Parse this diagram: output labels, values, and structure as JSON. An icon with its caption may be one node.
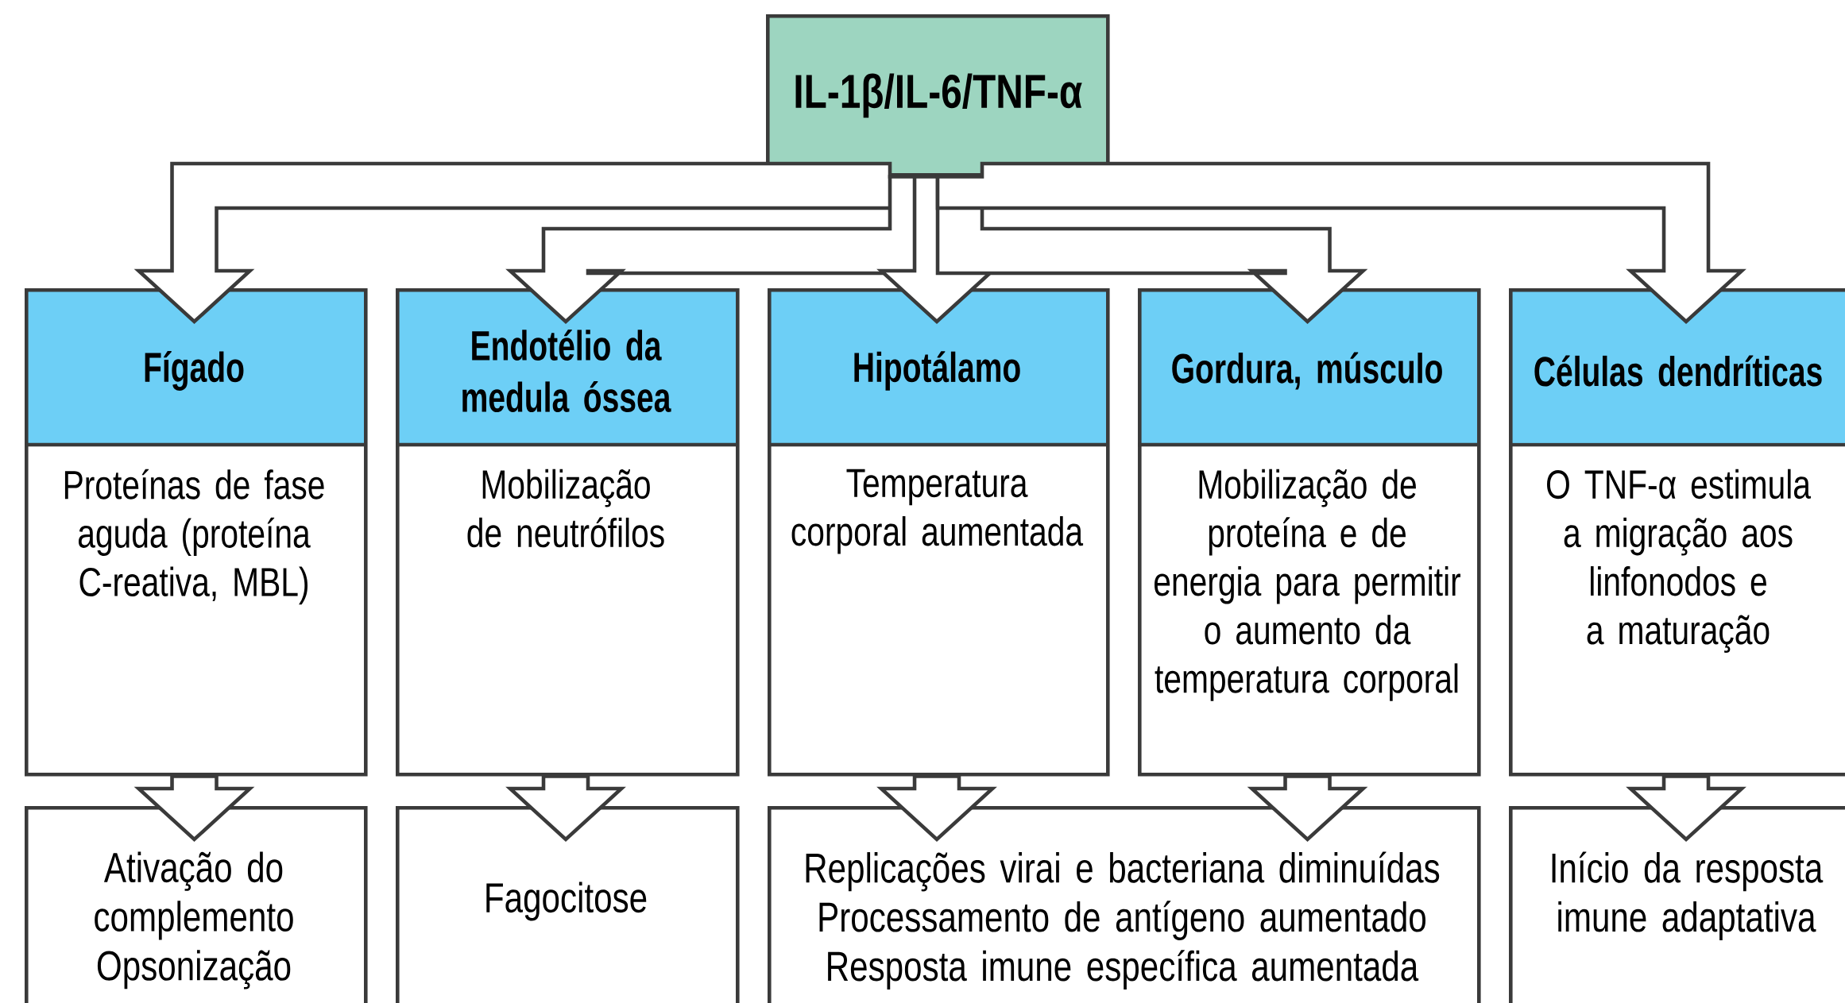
{
  "diagram": {
    "nodes": [
      {
        "text": [
          "IL-1β/IL-6/TNF-α"
        ]
      },
      {
        "text": [
          "Fígado",
          "Proteínas de fase aguda (proteína C-reativa, MBL)"
        ]
      },
      {
        "text": [
          "Endotélio da medula óssea",
          "Mobilização de neutrófilos"
        ]
      },
      {
        "text": [
          "Hipotálamo",
          "Temperatura corporal aumentada"
        ]
      },
      {
        "text": [
          "Gordura, músculo",
          "Mobilização de proteína e de energia para permitir o aumento da temperatura corporal"
        ]
      },
      {
        "text": [
          "Células dendríticas",
          "O TNF-α estimula a migração aos linfonodos e a maturação"
        ]
      },
      {
        "text": [
          "Ativação do complemento",
          "Opsonização"
        ]
      },
      {
        "text": [
          "Fagocitose"
        ]
      },
      {
        "text": [
          "Replicações virai e bacteriana diminuídas",
          "Processamento de antígeno aumentado",
          "Resposta imune específica aumentada"
        ]
      },
      {
        "text": [
          "Início da resposta imune adaptativa"
        ]
      }
    ],
    "edges": [
      {
        "from": 0,
        "to": 1,
        "arrow": "to"
      },
      {
        "from": 0,
        "to": 2,
        "arrow": "to"
      },
      {
        "from": 0,
        "to": 3,
        "arrow": "to"
      },
      {
        "from": 0,
        "to": 4,
        "arrow": "to"
      },
      {
        "from": 0,
        "to": 5,
        "arrow": "to"
      },
      {
        "from": 1,
        "to": 6,
        "arrow": "to"
      },
      {
        "from": 2,
        "to": 7,
        "arrow": "to"
      },
      {
        "from": 3,
        "to": 8,
        "arrow": "to"
      },
      {
        "from": 4,
        "to": 8,
        "arrow": "to"
      },
      {
        "from": 5,
        "to": 9,
        "arrow": "to"
      }
    ]
  }
}
